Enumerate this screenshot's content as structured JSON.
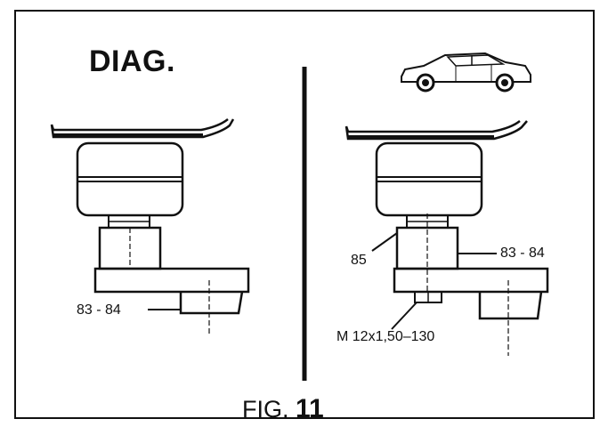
{
  "title": "DIAG.",
  "caption": {
    "prefix": "FIG.",
    "number": "11"
  },
  "left_view": {
    "callouts": {
      "part_ref": "83 - 84"
    }
  },
  "right_view": {
    "callouts": {
      "part_85": "85",
      "part_ref": "83 - 84",
      "bolt_spec": "M 12x1,50–130"
    }
  },
  "icons": [
    "car-illustration-icon"
  ],
  "colors": {
    "line": "#111111",
    "background": "#ffffff"
  }
}
